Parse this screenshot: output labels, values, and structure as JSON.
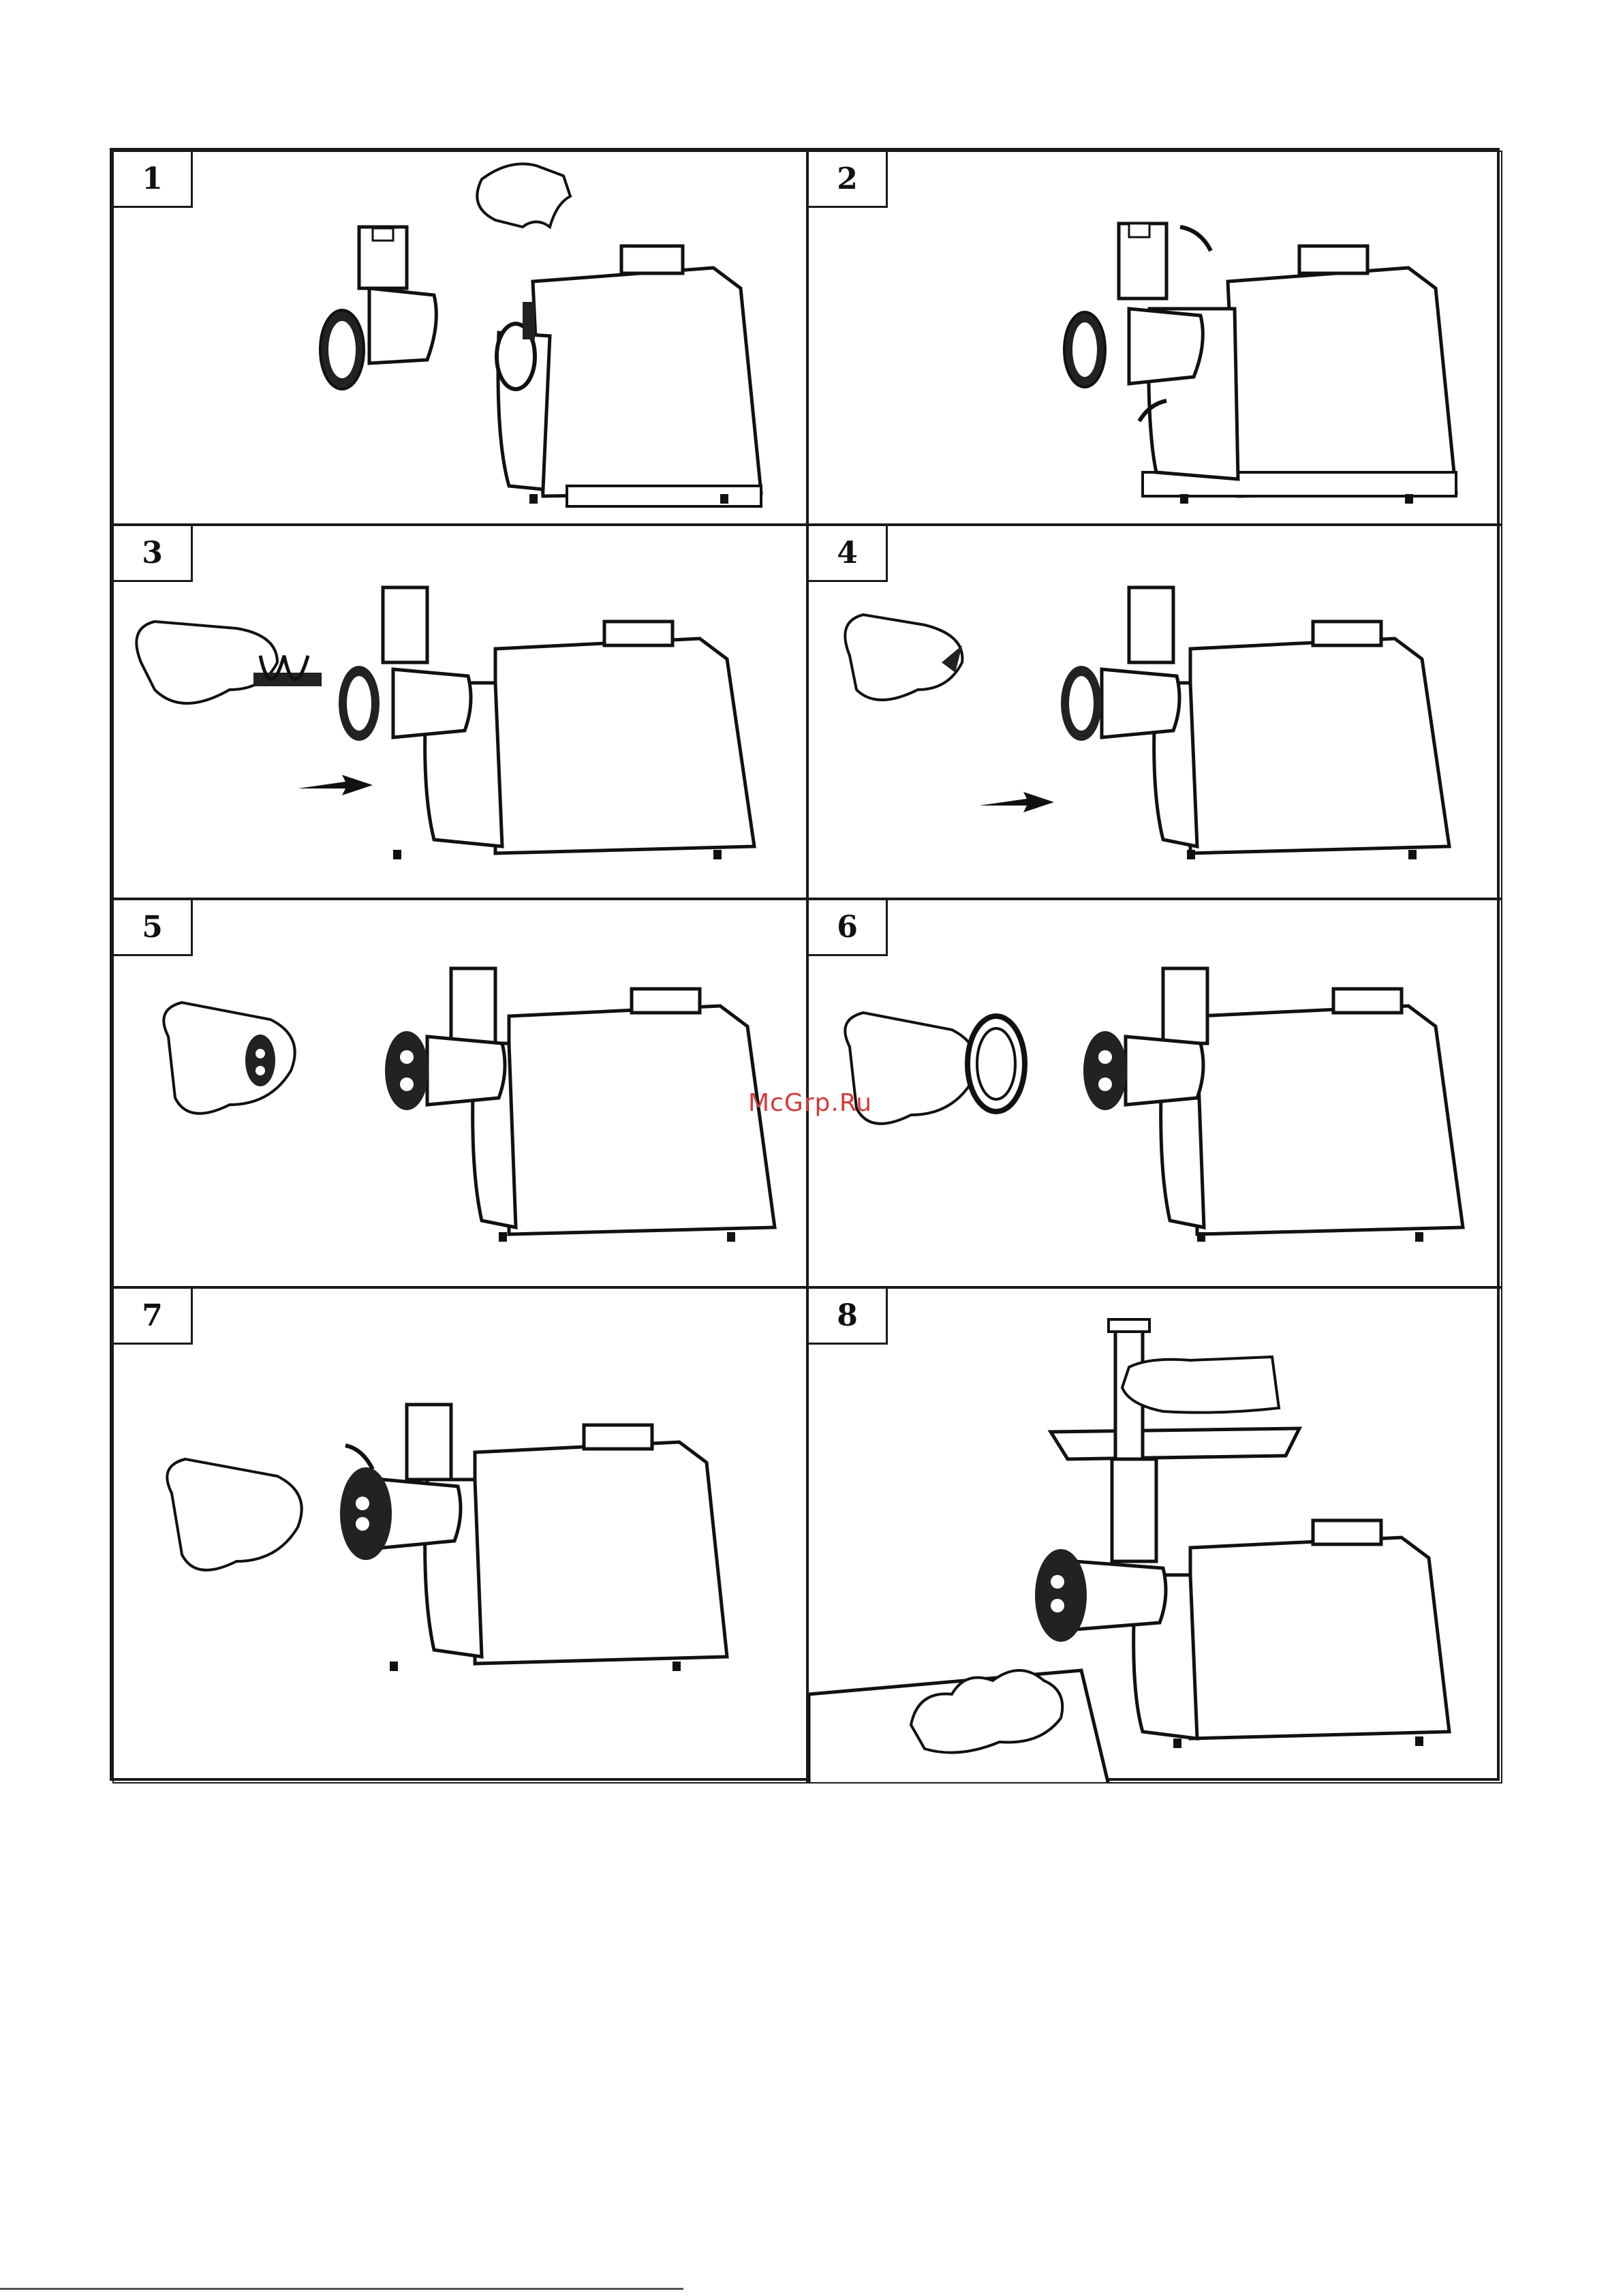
{
  "panels": [
    {
      "number": "1",
      "step": "remove-cover"
    },
    {
      "number": "2",
      "step": "attach-head"
    },
    {
      "number": "3",
      "step": "insert-auger"
    },
    {
      "number": "4",
      "step": "insert-blade"
    },
    {
      "number": "5",
      "step": "insert-plate"
    },
    {
      "number": "6",
      "step": "fit-ring"
    },
    {
      "number": "7",
      "step": "tighten-ring"
    },
    {
      "number": "8",
      "step": "use-pusher"
    }
  ],
  "watermark": "McGrp.Ru",
  "colors": {
    "line": "#1a1a1a",
    "watermark": "#d33a3a"
  }
}
